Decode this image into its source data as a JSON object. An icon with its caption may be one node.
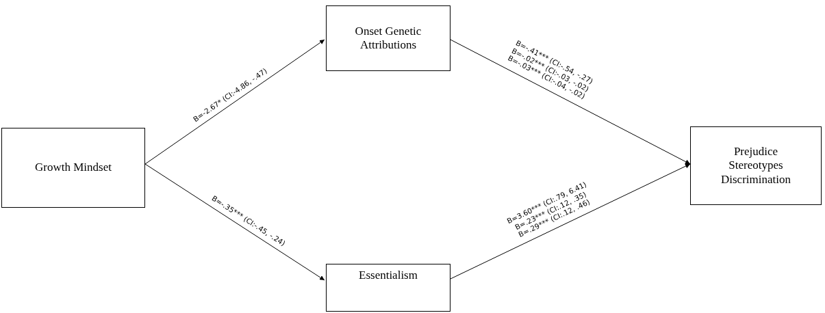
{
  "diagram": {
    "nodes": [
      {
        "text": [
          "Growth Mindset"
        ]
      },
      {
        "text": [
          "Onset Genetic Attributions"
        ]
      },
      {
        "text": [
          "Essentialism"
        ]
      },
      {
        "text": [
          "Prejudice",
          "Stereotypes",
          "Discrimination"
        ]
      }
    ],
    "edges": [
      {
        "from": 0,
        "to": 1,
        "arrow": "to",
        "label": "B=-2.67* (CI:-4.86, -.47)"
      },
      {
        "from": 0,
        "to": 2,
        "arrow": "to",
        "label": "B=-.35*** (CI:-.45, -.24)"
      },
      {
        "from": 1,
        "to": 3,
        "arrow": "to",
        "label": "B=-.41*** (CI:-.54, -.27) B=-.02*** (CI:-.03, -.02) B=-.03*** (CI:-.04, -.02)"
      },
      {
        "from": 2,
        "to": 3,
        "arrow": "to",
        "label": "B=3.60*** (CI:.79, 6.41) B=.23*** (CI:.12, .35) B=.29*** (CI:.12, .46)"
      }
    ]
  }
}
